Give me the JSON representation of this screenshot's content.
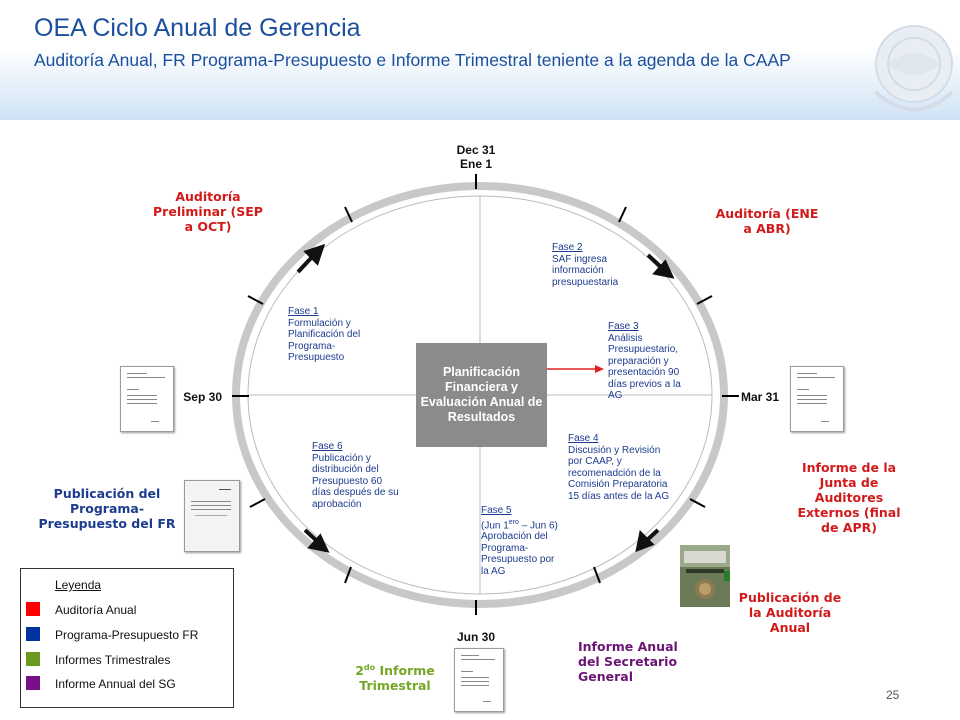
{
  "header": {
    "title": "OEA Ciclo Anual de Gerencia",
    "subtitle": "Auditoría Anual, FR Programa-Presupuesto e Informe Trimestral teniente a la agenda de la CAAP"
  },
  "months": {
    "top_line1": "Dec 31",
    "top_line2": "Ene 1",
    "right": "Mar 31",
    "bottom": "Jun 30",
    "left": "Sep 30"
  },
  "center": "Planificación Financiera y Evaluación Anual de Resultados",
  "phases": {
    "fase1": {
      "title": "Fase 1",
      "text": "Formulación y Planificación del Programa-Presupuesto"
    },
    "fase2": {
      "title": "Fase 2",
      "text": "SAF ingresa información presupuestaria"
    },
    "fase3": {
      "title": "Fase 3",
      "text": "Análisis Presupuestario, preparación y presentación 90 días previos a la AG"
    },
    "fase4": {
      "title": "Fase 4",
      "text": "Discusión y Revisión por CAAP, y recomenadción de la Comisión Preparatoria 15 días antes de la AG"
    },
    "fase5": {
      "title": "Fase 5",
      "line1": "(Jun 1",
      "line1_sup": "ero",
      "line1_end": " – Jun 6)",
      "text": "Aprobación del Programa-Presupuesto por la AG"
    },
    "fase6": {
      "title": "Fase 6",
      "text": "Publicación y distribución del Presupuesto 60 días después de su aprobación"
    }
  },
  "outer_labels": {
    "auditoria_preliminar": "Auditoría Preliminar (SEP a OCT)",
    "auditoria": "Auditoría (ENE a ABR)",
    "informe_auditores": "Informe de la Junta de Auditores Externos (final de APR)",
    "publicacion_auditoria": "Publicación de la Auditoría Anual",
    "informe_anual_sg": "Informe Anual del Secretario General",
    "informe_trimestral_prefix": "2",
    "informe_trimestral_sup": "do",
    "informe_trimestral_suffix": " Informe Trimestral",
    "publicacion_programa": "Publicación del Programa-Presupuesto del FR"
  },
  "legend": {
    "title": "Leyenda",
    "items": [
      {
        "label": "Auditoría Anual",
        "color": "#ff0000"
      },
      {
        "label": "Programa-Presupuesto FR",
        "color": "#0033a0"
      },
      {
        "label": "Informes Trimestrales",
        "color": "#6a9a1f"
      },
      {
        "label": "Informe Annual del SG",
        "color": "#7b0f8a"
      }
    ]
  },
  "page_number": "25",
  "colors": {
    "title": "#1b4f9c",
    "ring": "#c8c8c8",
    "arrow": "#111111",
    "center_arrow": "#e02020"
  }
}
